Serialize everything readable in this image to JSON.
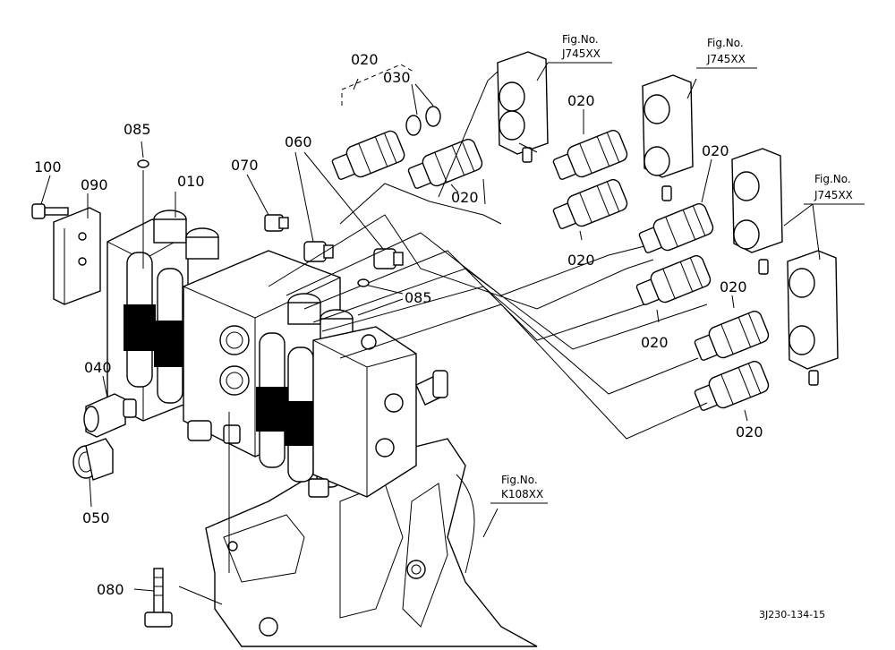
{
  "parts": {
    "p010": "010",
    "p020": "020",
    "p030": "030",
    "p040": "040",
    "p050": "050",
    "p060": "060",
    "p070": "070",
    "p080": "080",
    "p085": "085",
    "p090": "090",
    "p100": "100"
  },
  "refs": {
    "fig_label": "Fig.No.",
    "j745": "J745XX",
    "k108": "K108XX"
  },
  "drawing_code": "3J230-134-15"
}
